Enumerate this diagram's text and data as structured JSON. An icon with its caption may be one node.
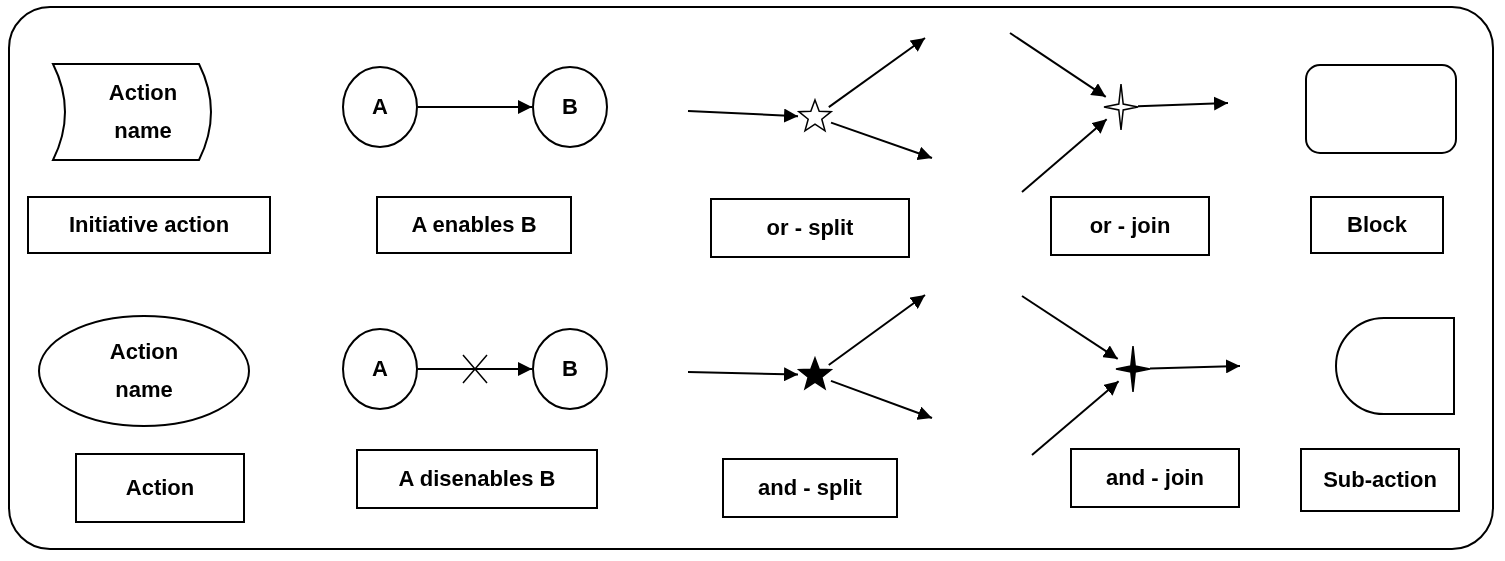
{
  "diagram": {
    "nodes": [
      {
        "text": [
          "Action name"
        ]
      },
      {
        "text": [
          "Initiative action"
        ]
      },
      {
        "text": [
          "A"
        ]
      },
      {
        "text": [
          "B"
        ]
      },
      {
        "text": [
          "A enables B"
        ]
      },
      {
        "text": [],
        "shape": "star"
      },
      {
        "text": [
          "or - split"
        ]
      },
      {
        "text": [],
        "shape": "star"
      },
      {
        "text": [
          "or - join"
        ]
      },
      {
        "text": [],
        "shape": "box"
      },
      {
        "text": [
          "Block"
        ]
      },
      {
        "text": [
          "Action name"
        ]
      },
      {
        "text": [
          "Action"
        ]
      },
      {
        "text": [
          "A"
        ]
      },
      {
        "text": [
          "B"
        ]
      },
      {
        "text": [
          "A disenables B"
        ]
      },
      {
        "text": [],
        "shape": "star"
      },
      {
        "text": [
          "and - split"
        ]
      },
      {
        "text": [],
        "shape": "star"
      },
      {
        "text": [
          "and - join"
        ]
      },
      {
        "text": [],
        "shape": "box"
      },
      {
        "text": [
          "Sub-action"
        ]
      }
    ],
    "edges": [
      {
        "from": 2,
        "to": 3,
        "arrow": "to"
      },
      {
        "from": 13,
        "to": 14,
        "arrow": "to"
      },
      {
        "from": null,
        "to": 5,
        "arrow": "to"
      },
      {
        "from": 5,
        "to": null,
        "arrow": "to"
      },
      {
        "from": 5,
        "to": null,
        "arrow": "to"
      },
      {
        "from": null,
        "to": 7,
        "arrow": "to"
      },
      {
        "from": null,
        "to": 7,
        "arrow": "to"
      },
      {
        "from": 7,
        "to": null,
        "arrow": "to"
      },
      {
        "from": null,
        "to": 16,
        "arrow": "to"
      },
      {
        "from": 16,
        "to": null,
        "arrow": "to"
      },
      {
        "from": 16,
        "to": null,
        "arrow": "to"
      },
      {
        "from": null,
        "to": 18,
        "arrow": "to"
      },
      {
        "from": null,
        "to": 18,
        "arrow": "to"
      },
      {
        "from": 18,
        "to": null,
        "arrow": "to"
      }
    ]
  }
}
